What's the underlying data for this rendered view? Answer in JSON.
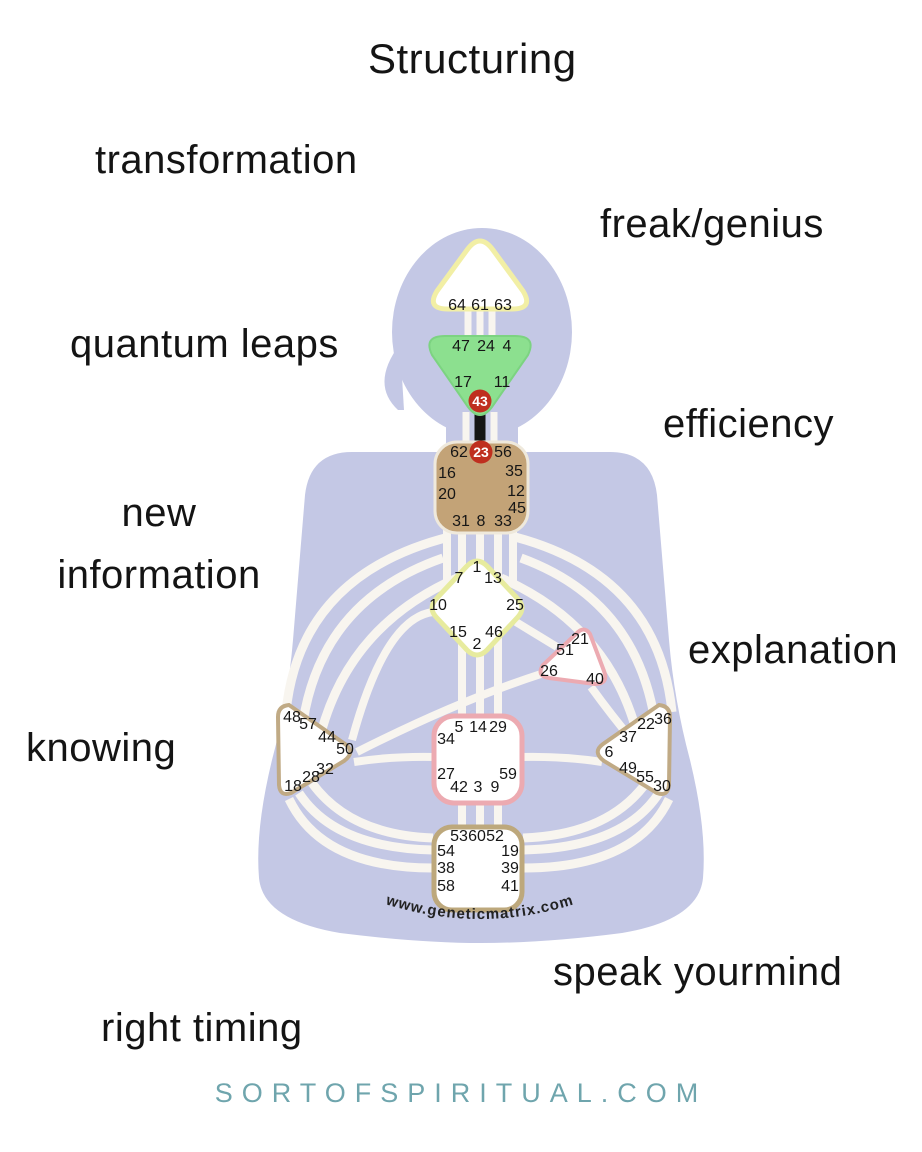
{
  "annotations": {
    "structuring": "Structuring",
    "transformation": "transformation",
    "freak_genius": "freak/genius",
    "quantum_leaps": "quantum leaps",
    "efficiency": "efficiency",
    "new_info_line1": "new",
    "new_info_line2": "information",
    "explanation": "explanation",
    "knowing": "knowing",
    "speak_yourmind": "speak yourmind",
    "right_timing": "right timing"
  },
  "watermark": "www.geneticmatrix.com",
  "footer": {
    "site": "SORTOFSPIRITUAL.COM"
  },
  "colors": {
    "body": "#c4c8e5",
    "channel": "#f8f5ef",
    "activated_channel": "#151515",
    "head_fill": "#ffffff",
    "head_border": "#f2efa5",
    "ajna_fill": "#8ce08f",
    "ajna_border": "#7cd381",
    "throat_fill": "#c3a377",
    "throat_border": "#efe9dc",
    "g_fill": "#ffffff",
    "g_border": "#e7eb9e",
    "heart_fill": "#ffffff",
    "heart_border": "#ecaab1",
    "spleen_fill": "#ffffff",
    "spleen_border": "#c0aa85",
    "solar_fill": "#ffffff",
    "solar_border": "#c0aa85",
    "sacral_fill": "#ffffff",
    "sacral_border": "#ecaab1",
    "root_fill": "#ffffff",
    "root_border": "#bda87c",
    "red_gate": "#bf2f1f",
    "gate_text": "#161616",
    "footer_text": "#6fa5ad"
  },
  "centers": {
    "head": {
      "gates": [
        "64",
        "61",
        "63"
      ]
    },
    "ajna": {
      "gates": [
        "47",
        "24",
        "4",
        "17",
        "11"
      ],
      "red_gate": "43"
    },
    "throat": {
      "gates": [
        "62",
        "56",
        "16",
        "35",
        "20",
        "12",
        "45",
        "31",
        "8",
        "33"
      ],
      "red_gate": "23"
    },
    "g": {
      "gates": [
        "1",
        "7",
        "13",
        "10",
        "25",
        "15",
        "2",
        "46"
      ]
    },
    "heart": {
      "gates": [
        "21",
        "51",
        "26",
        "40"
      ]
    },
    "spleen": {
      "gates": [
        "48",
        "57",
        "44",
        "50",
        "32",
        "28",
        "18"
      ]
    },
    "solar_plexus": {
      "gates": [
        "36",
        "22",
        "37",
        "6",
        "49",
        "55",
        "30"
      ]
    },
    "sacral": {
      "gates": [
        "5",
        "14",
        "29",
        "34",
        "27",
        "59",
        "42",
        "3",
        "9"
      ]
    },
    "root": {
      "gates": [
        "53",
        "60",
        "52",
        "54",
        "19",
        "38",
        "39",
        "58",
        "41"
      ]
    }
  }
}
